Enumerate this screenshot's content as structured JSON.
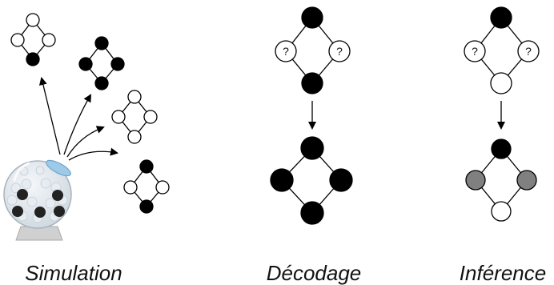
{
  "captions": {
    "simulation": "Simulation",
    "decoding": "Décodage",
    "inference": "Inférence"
  },
  "unknown_symbol": "?",
  "colors": {
    "black": "#000000",
    "white": "#ffffff",
    "gray": "#808080",
    "lid": "#9ecae8",
    "jar_glass": "#dfe6ec",
    "base": "#d0d0d0"
  },
  "graphs": {
    "simulation_samples": [
      {
        "states": [
          "white",
          "white",
          "white",
          "black"
        ]
      },
      {
        "states": [
          "black",
          "black",
          "black",
          "black"
        ]
      },
      {
        "states": [
          "white",
          "white",
          "white",
          "white"
        ]
      },
      {
        "states": [
          "black",
          "white",
          "white",
          "black"
        ]
      }
    ],
    "decoding_input": {
      "states": [
        "black",
        "unknown",
        "unknown",
        "black"
      ]
    },
    "decoding_output": {
      "states": [
        "black",
        "black",
        "black",
        "black"
      ]
    },
    "inference_input": {
      "states": [
        "black",
        "unknown",
        "unknown",
        "white"
      ]
    },
    "inference_output": {
      "states": [
        "black",
        "gray",
        "gray",
        "white"
      ]
    }
  },
  "icons": [
    "gumball-jar-icon",
    "arrow-icon"
  ]
}
